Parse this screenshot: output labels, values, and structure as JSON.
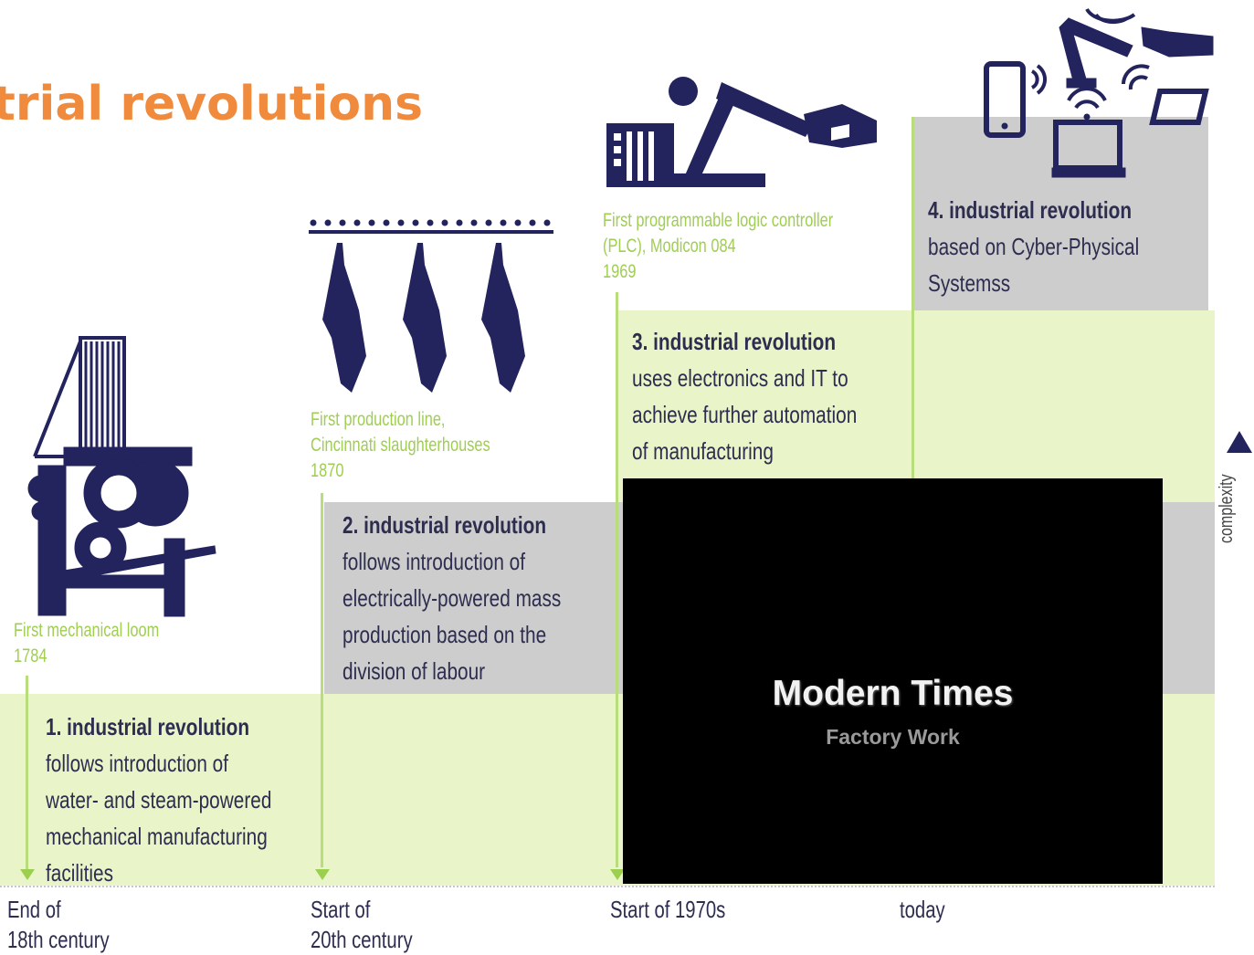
{
  "title": "trial revolutions",
  "milestones": [
    {
      "caption": [
        "First mechanical loom",
        "1784"
      ],
      "icon": "mechanical-loom-icon"
    },
    {
      "caption": [
        "First production line,",
        "Cincinnati slaughterhouses",
        "1870"
      ],
      "icon": "production-line-icon"
    },
    {
      "caption": [
        "First programmable logic controller",
        "(PLC), Modicon 084",
        "1969"
      ],
      "icon": "robot-arm-icon"
    },
    {
      "caption": [],
      "icon": "cyber-physical-devices-icon"
    }
  ],
  "revolutions": [
    {
      "heading": "1. industrial revolution",
      "lines": [
        "follows introduction of",
        "water- and steam-powered",
        "mechanical manufacturing",
        "facilities"
      ]
    },
    {
      "heading": "2. industrial revolution",
      "lines": [
        "follows introduction of",
        "electrically-powered mass",
        "production based on the",
        "division of labour"
      ]
    },
    {
      "heading": "3. industrial revolution",
      "lines": [
        "uses electronics and IT to",
        "achieve further automation",
        "of manufacturing"
      ]
    },
    {
      "heading": "4. industrial revolution",
      "lines": [
        "based on Cyber-Physical",
        "Systemss"
      ]
    }
  ],
  "timeline": [
    {
      "line1": "End of",
      "line2": "18th century"
    },
    {
      "line1": "Start of",
      "line2": "20th century"
    },
    {
      "line1": "Start of 1970s",
      "line2": ""
    },
    {
      "line1": "today",
      "line2": ""
    }
  ],
  "axis_label": "complexity",
  "video": {
    "title": "Modern Times",
    "subtitle": "Factory Work"
  },
  "colors": {
    "title": "#f08a3c",
    "icon": "#23235e",
    "caption": "#9fce52",
    "step_light": "#e9f5c8",
    "step_grey": "#cdcdcd",
    "video_bg": "#000000"
  }
}
